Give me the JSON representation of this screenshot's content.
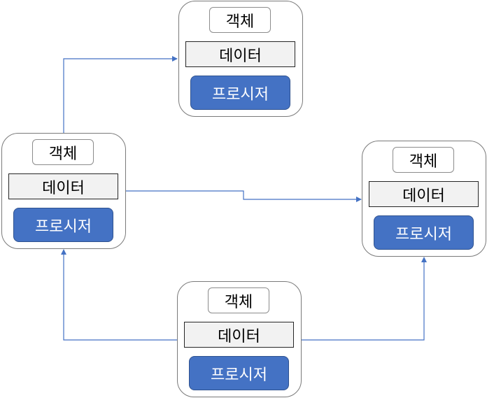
{
  "objects": [
    {
      "id": "top",
      "title": "객체",
      "data": "데이터",
      "procedure": "프로시저"
    },
    {
      "id": "left",
      "title": "객체",
      "data": "데이터",
      "procedure": "프로시저"
    },
    {
      "id": "right",
      "title": "객체",
      "data": "데이터",
      "procedure": "프로시저"
    },
    {
      "id": "bottom",
      "title": "객체",
      "data": "데이터",
      "procedure": "프로시저"
    }
  ],
  "connectors": [
    {
      "from": "left",
      "to": "top"
    },
    {
      "from": "left",
      "to": "right"
    },
    {
      "from": "bottom",
      "to": "left"
    },
    {
      "from": "bottom",
      "to": "right"
    }
  ],
  "colors": {
    "connector": "#4472c4",
    "procedure_fill": "#4472c4",
    "data_fill": "#f2f2f2",
    "card_border": "#7a7a7a"
  }
}
